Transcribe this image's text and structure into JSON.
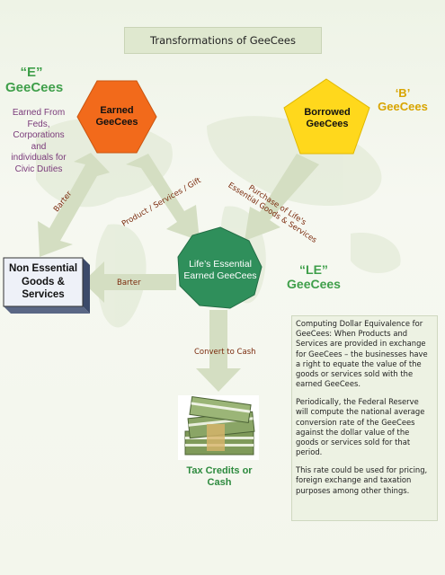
{
  "title": "Transformations of GeeCees",
  "earned": {
    "shape_label": "Earned GeeCees",
    "tag_line1": "“E”",
    "tag_line2": "GeeCees",
    "description": "Earned From Feds, Corporations and individuals for Civic Duties",
    "color": "#f26a1b"
  },
  "borrowed": {
    "shape_label": "Borrowed GeeCees",
    "tag_line1": "‘B’",
    "tag_line2": "GeeCees",
    "color": "#ffd81c"
  },
  "essential": {
    "shape_label": "Life’s Essential Earned GeeCees",
    "tag_line1": "“LE”",
    "tag_line2": "GeeCees",
    "color": "#2f8f5b"
  },
  "non_essential": {
    "label": "Non Essential Goods & Services"
  },
  "arrows": {
    "barter_left": "Barter",
    "product_services_gift": "Product / Services / Gift",
    "purchase_line1": "Purchase of Life's",
    "purchase_line2": "Essential Goods & Services",
    "barter_middle": "Barter",
    "convert_to_cash": "Convert to Cash"
  },
  "cash": {
    "label": "Tax Credits or Cash"
  },
  "note": {
    "para1": "Computing Dollar Equivalence for GeeCees: When Products and Services are provided in exchange for GeeCees – the businesses have a right to equate the value of the goods or services sold with the earned GeeCees.",
    "para2": "Periodically, the Federal Reserve will compute the national average conversion rate of the GeeCees against the dollar value of the goods or services sold for that period.",
    "para3": "This rate could be used for pricing, foreign exchange and taxation purposes among other things."
  },
  "colors": {
    "arrow": "#d4dec2",
    "green_text": "#3f9f4a",
    "gold_text": "#d8a400",
    "arrow_label": "#7a2a0c"
  }
}
